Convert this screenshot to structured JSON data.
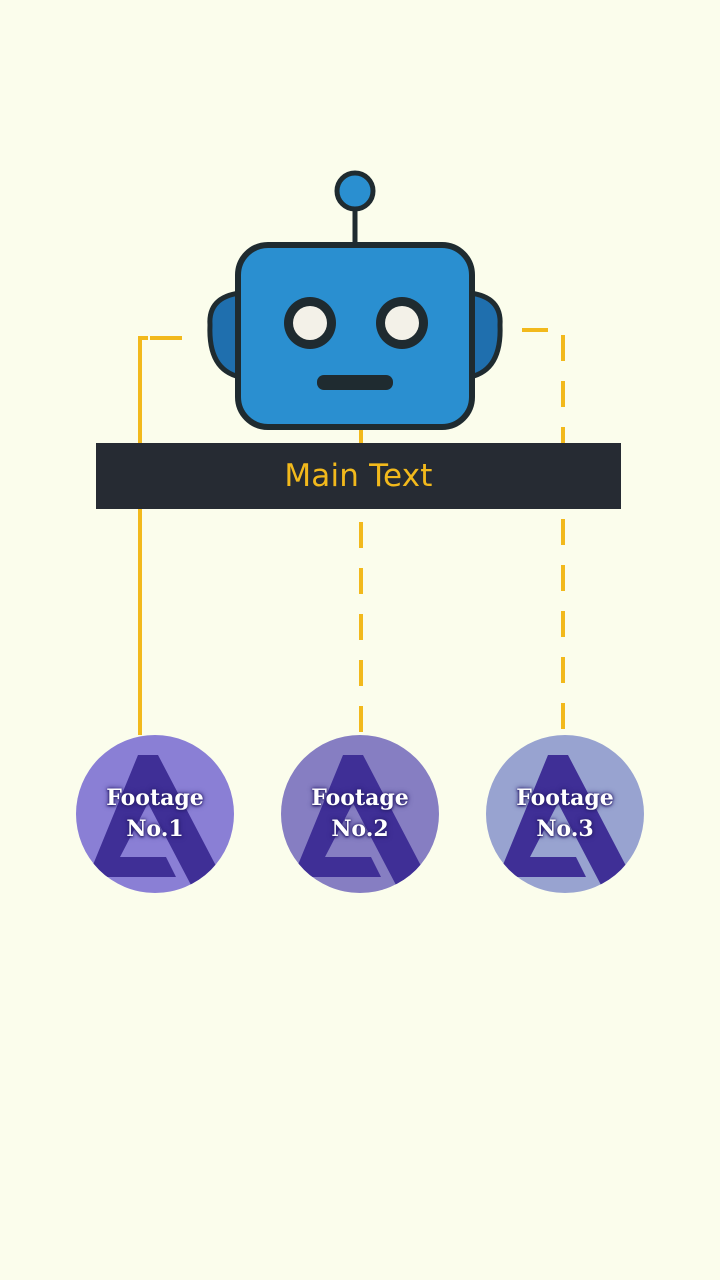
{
  "main": {
    "text": "Main Text"
  },
  "footage": [
    {
      "line1": "Footage",
      "line2": "No.1"
    },
    {
      "line1": "Footage",
      "line2": "No.2"
    },
    {
      "line1": "Footage",
      "line2": "No.3"
    }
  ],
  "colors": {
    "background": "#fbfdec",
    "connector": "#f2b91c",
    "bar": "#262b33",
    "main_text": "#f2b91c",
    "robot_face": "#2a8fd0",
    "robot_ears": "#1f6fae",
    "robot_outline": "#1f2b30",
    "footage_1": "#8a7fd5",
    "footage_2": "#867ec2",
    "footage_3": "#98a3d0",
    "logo": "#3f2f96"
  },
  "icons": {
    "robot": "robot-icon",
    "footage_logo": "triangle-logo-icon"
  }
}
